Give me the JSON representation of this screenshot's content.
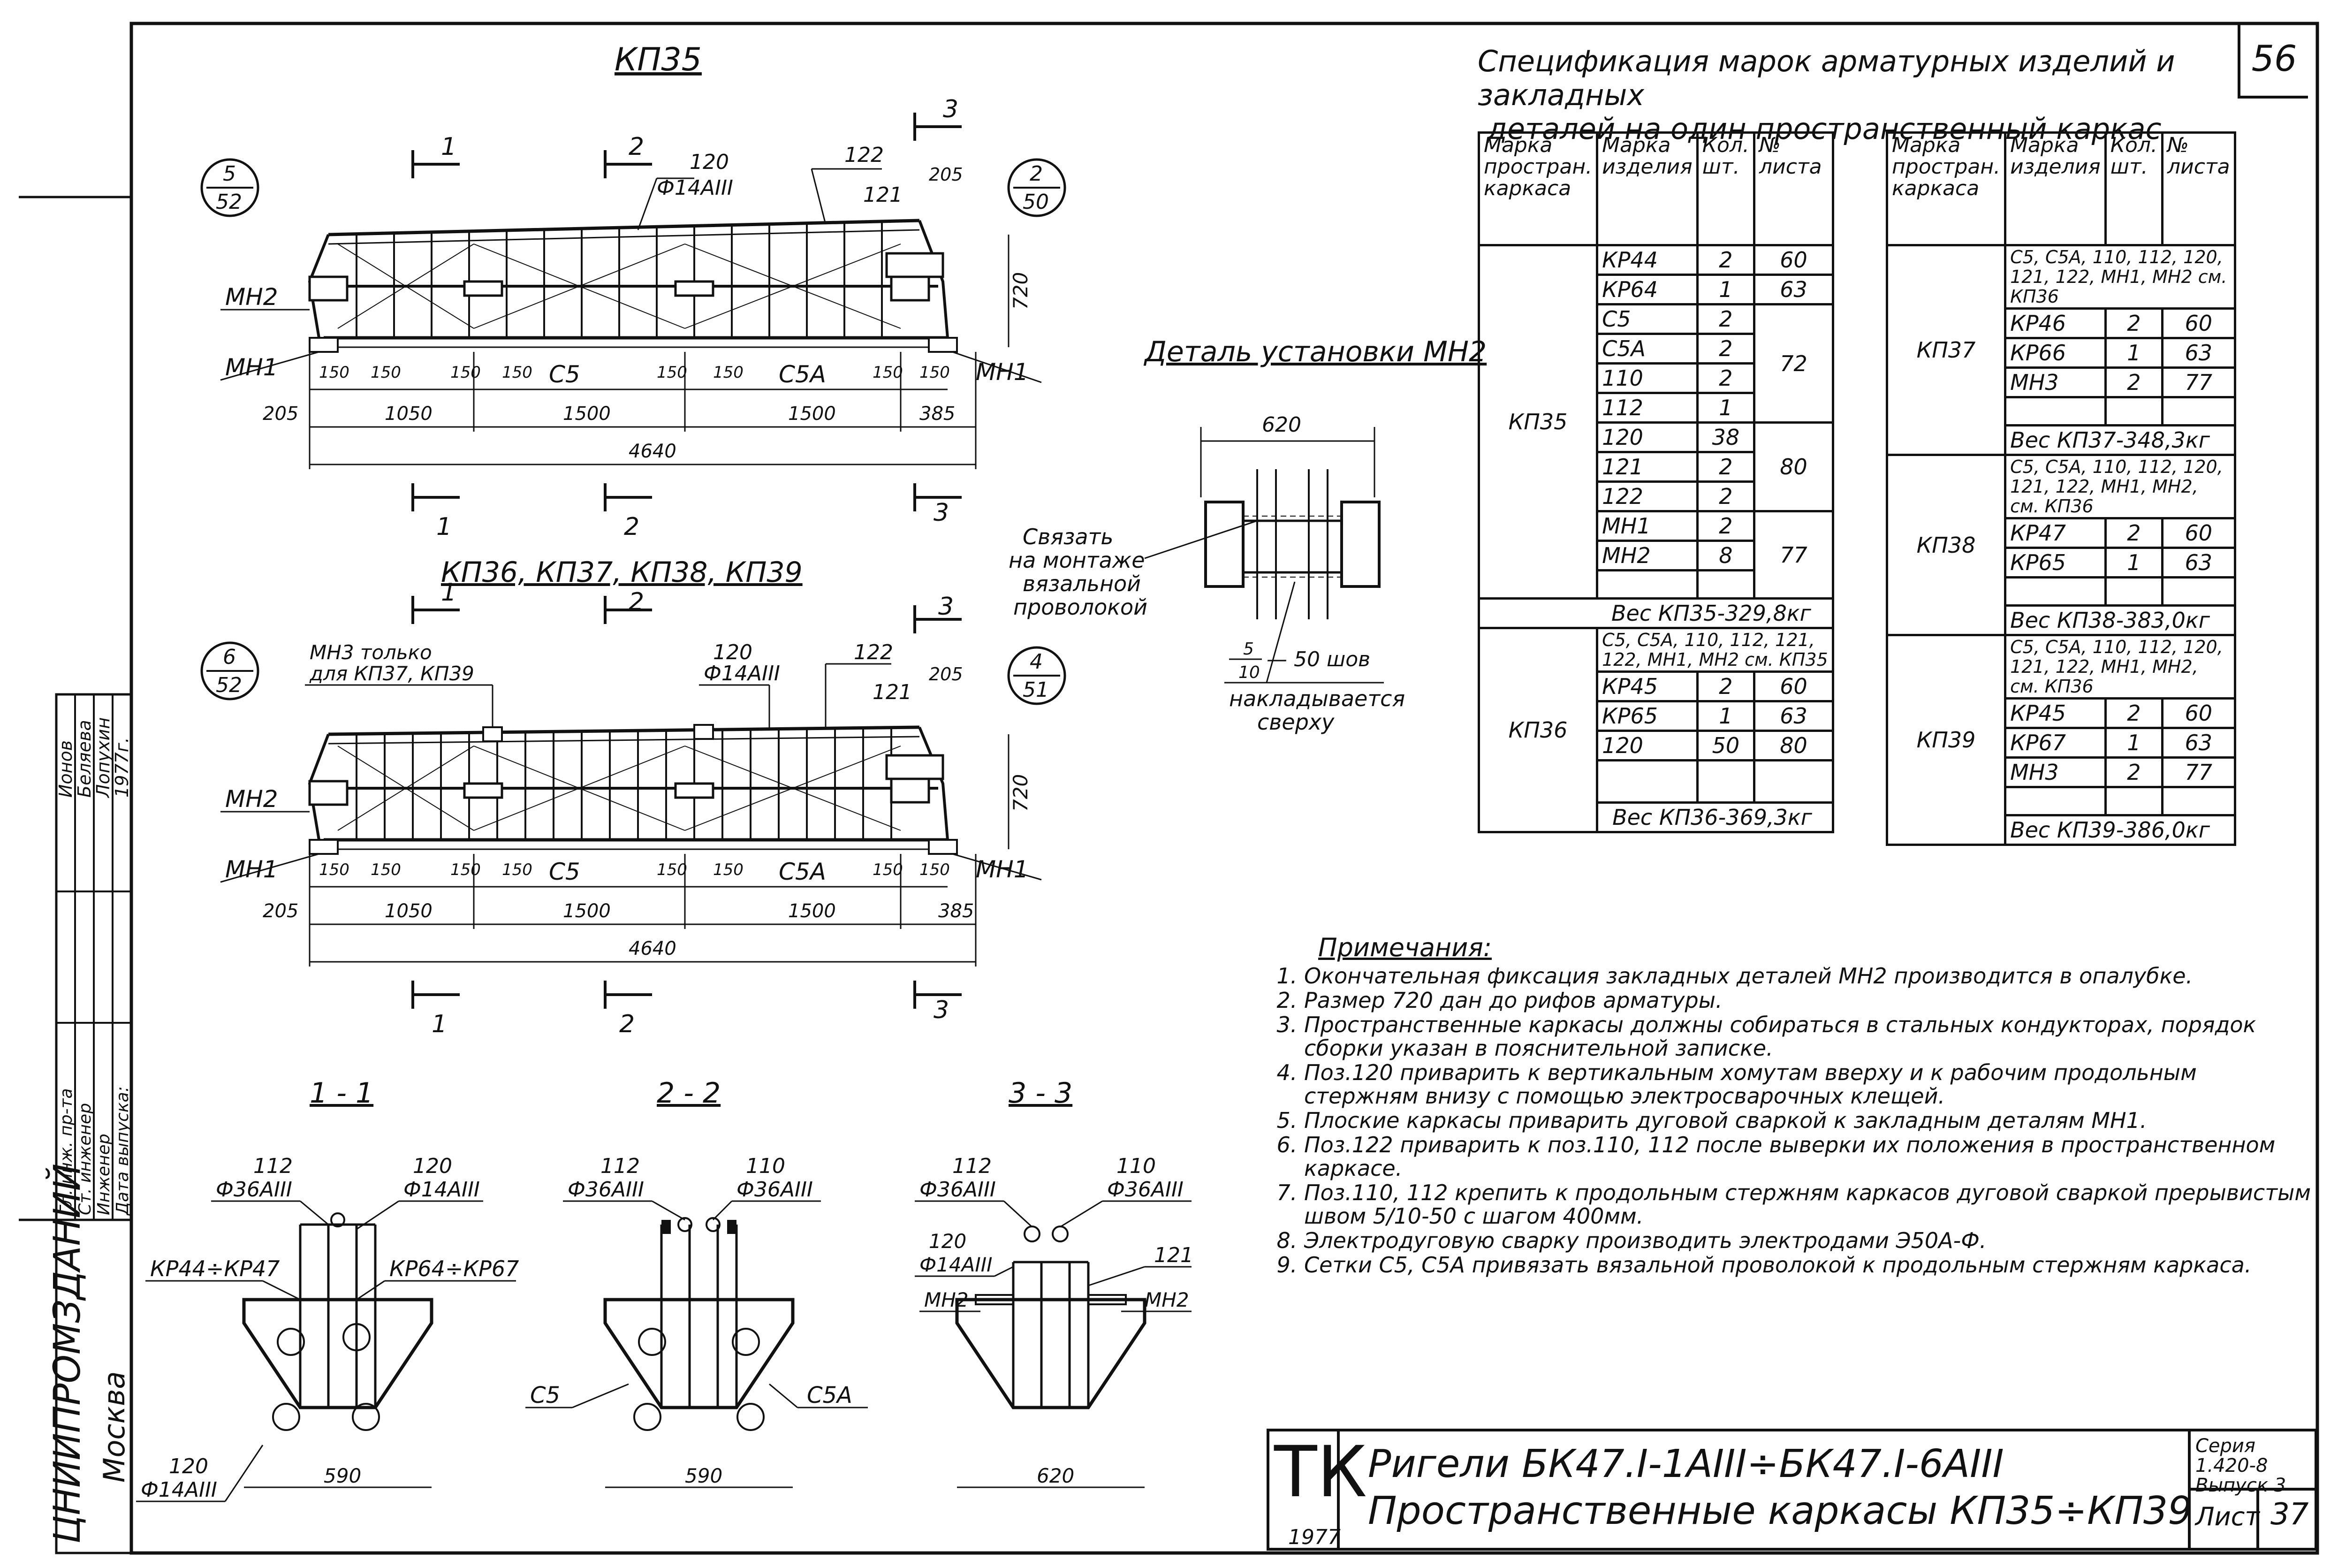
{
  "sheet_number_top": "56",
  "views": {
    "kp35": {
      "title": "КП35",
      "sections": {
        "s1": "1",
        "s2": "2",
        "s3": "3"
      },
      "refs": {
        "left_num": "5",
        "left_den": "52",
        "right_num": "2",
        "right_den": "50"
      },
      "labels": {
        "p120": "120",
        "p14": "Ф14АIII",
        "p122": "122",
        "p121": "121",
        "p205": "205",
        "mn2": "МН2",
        "mn1_left": "МН1",
        "mn1_right": "МН1",
        "c5": "С5",
        "c5a": "С5А",
        "h720": "720"
      },
      "dims": {
        "d150": "150",
        "d205": "205",
        "d1050": "1050",
        "d1500a": "1500",
        "d1500b": "1500",
        "d385": "385",
        "d4640": "4640"
      }
    },
    "kp36": {
      "title": "КП36, КП37, КП38, КП39",
      "sections": {
        "s1": "1",
        "s2": "2",
        "s3": "3"
      },
      "refs": {
        "left_num": "6",
        "left_den": "52",
        "right_num": "4",
        "right_den": "51"
      },
      "labels": {
        "mn3_note_a": "МН3 только",
        "mn3_note_b": "для КП37, КП39",
        "p120": "120",
        "p14": "Ф14АIII",
        "p122": "122",
        "p121": "121",
        "p205": "205",
        "mn2": "МН2",
        "mn1_left": "МН1",
        "mn1_right": "МН1",
        "c5": "С5",
        "c5a": "С5А",
        "h720": "720"
      },
      "dims": {
        "d150": "150",
        "d205": "205",
        "d1050": "1050",
        "d1500a": "1500",
        "d1500b": "1500",
        "d385": "385",
        "d4640": "4640"
      }
    }
  },
  "detail_mn2": {
    "title": "Деталь установки МН2",
    "dim620": "620",
    "tie_a": "Связать",
    "tie_b": "на монтаже",
    "tie_c": "вязальной",
    "tie_d": "проволокой",
    "weld_a": "5",
    "weld_b": "10",
    "weld_c": "— 50 шов",
    "weld_d": "накладывается",
    "weld_e": "сверху"
  },
  "sections": {
    "s11": {
      "title": "1 - 1",
      "p112": "112",
      "p36": "Ф36АIII",
      "p120": "120",
      "p14": "Ф14АIII",
      "kr": "КР44÷КР47",
      "kr2": "КР64÷КР67",
      "p120b": "120",
      "p14b": "Ф14АIII",
      "d590": "590"
    },
    "s22": {
      "title": "2 - 2",
      "p112": "112",
      "p36a": "Ф36АIII",
      "p110": "110",
      "p36b": "Ф36АIII",
      "c5": "С5",
      "c5a": "С5А",
      "d590": "590"
    },
    "s33": {
      "title": "3 - 3",
      "p112": "112",
      "p36a": "Ф36АIII",
      "p110": "110",
      "p36b": "Ф36АIII",
      "p120": "120",
      "p14": "Ф14АIII",
      "mn2a": "МН2",
      "mn2b": "МН2",
      "p121": "121",
      "d620": "620"
    }
  },
  "side_stamp": {
    "org": "ЦНИИПРОМЗДАНИЙ",
    "city": "Москва",
    "roles": [
      "Гл. инж. пр-та",
      "Ст. инженер",
      "Инженер",
      "Дата выпуска:"
    ],
    "names": [
      "Ионов",
      "Беляева",
      "Лопухин",
      "1977г."
    ]
  },
  "spec": {
    "title_line1": "Спецификация марок арматурных изделий и закладных",
    "title_line2": "деталей на один пространственный каркас",
    "headers": {
      "frame": "Марка простран. каркаса",
      "item": "Марка изделия",
      "qty": "Кол. шт.",
      "sheet": "№ листа"
    },
    "left": {
      "kp35": {
        "name": "КП35",
        "rows": [
          [
            "КР44",
            "2",
            "60"
          ],
          [
            "КР64",
            "1",
            "63"
          ],
          [
            "С5",
            "2",
            ""
          ],
          [
            "С5А",
            "2",
            "72"
          ],
          [
            "110",
            "2",
            ""
          ],
          [
            "112",
            "1",
            ""
          ],
          [
            "120",
            "38",
            "80"
          ],
          [
            "121",
            "2",
            ""
          ],
          [
            "122",
            "2",
            ""
          ],
          [
            "МН1",
            "2",
            ""
          ],
          [
            "МН2",
            "8",
            "77"
          ]
        ],
        "weight": "Вес КП35-329,8кг"
      },
      "kp36": {
        "name": "КП36",
        "note": "С5, С5А, 110, 112, 121, 122, МН1, МН2 см. КП35",
        "rows": [
          [
            "КР45",
            "2",
            "60"
          ],
          [
            "КР65",
            "1",
            "63"
          ],
          [
            "120",
            "50",
            "80"
          ]
        ],
        "weight": "Вес КП36-369,3кг"
      }
    },
    "right": {
      "kp37": {
        "name": "КП37",
        "note": "С5, С5А, 110, 112, 120, 121, 122, МН1, МН2 см. КП36",
        "rows": [
          [
            "КР46",
            "2",
            "60"
          ],
          [
            "КР66",
            "1",
            "63"
          ],
          [
            "МН3",
            "2",
            "77"
          ]
        ],
        "weight": "Вес КП37-348,3кг"
      },
      "kp38": {
        "name": "КП38",
        "note": "С5, С5А, 110, 112, 120, 121, 122, МН1, МН2, см. КП36",
        "rows": [
          [
            "КР47",
            "2",
            "60"
          ],
          [
            "КР65",
            "1",
            "63"
          ]
        ],
        "weight": "Вес КП38-383,0кг"
      },
      "kp39": {
        "name": "КП39",
        "note": "С5, С5А, 110, 112, 120, 121, 122, МН1, МН2, см. КП36",
        "rows": [
          [
            "КР45",
            "2",
            "60"
          ],
          [
            "КР67",
            "1",
            "63"
          ],
          [
            "МН3",
            "2",
            "77"
          ]
        ],
        "weight": "Вес КП39-386,0кг"
      }
    }
  },
  "notes": {
    "title": "Примечания:",
    "items": [
      "Окончательная фиксация закладных деталей МН2 производится в опалубке.",
      "Размер 720 дан до рифов арматуры.",
      "Пространственные каркасы должны собираться в стальных кондукторах, порядок сборки указан в пояснительной записке.",
      "Поз.120 приварить к вертикальным хомутам вверху и к рабочим продольным стержням внизу с помощью электросварочных клещей.",
      "Плоские каркасы приварить дуговой сваркой к закладным деталям МН1.",
      "Поз.122 приварить к поз.110, 112 после выверки их положения в пространственном каркасе.",
      "Поз.110, 112 крепить к продольным стержням каркасов дуговой сваркой прерывистым швом 5/10-50 с шагом 400мм.",
      "Электродуговую сварку производить электродами Э50А-Ф.",
      "Сетки С5, С5А привязать вязальной проволокой к продольным стержням каркаса."
    ]
  },
  "title_block": {
    "tk": "ТК",
    "year": "1977",
    "title_line1": "Ригели БК47.I-1АIII÷БК47.I-6АIII",
    "title_line2": "Пространственные каркасы КП35÷КП39",
    "series_line1": "Серия 1.420-8",
    "series_line2": "Выпуск 3",
    "sheet_label": "Лист",
    "sheet_number": "37"
  }
}
